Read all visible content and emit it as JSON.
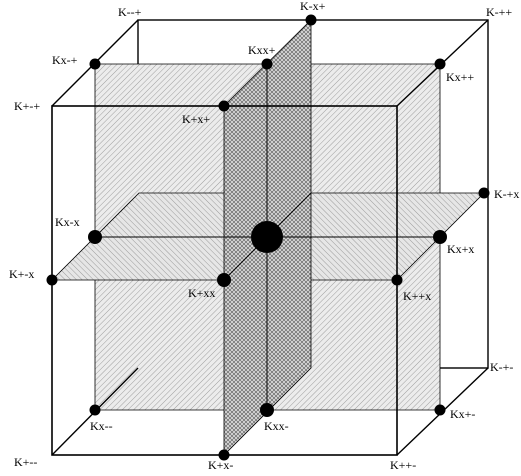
{
  "diagram": {
    "labels": {
      "k_minus_minus_plus": "K--+",
      "k_minus_x_plus": "K-x+",
      "k_minus_plus_plus": "K-++",
      "k_x_minus_plus": "Kx-+",
      "k_xx_plus": "Kxx+",
      "k_x_plus_plus": "Kx++",
      "k_plus_minus_plus": "K+-+",
      "k_plus_x_plus": "K+x+",
      "k_x_minus_x": "Kx-x",
      "k_minus_plus_x": "K-+x",
      "k_x_plus_x": "Kx+x",
      "k_plus_minus_x": "K+-x",
      "k_plus_x_x": "K+xx",
      "k_plus_plus_x": "K++x",
      "k_minus_plus_minus": "K-+-",
      "k_x_minus_minus": "Kx--",
      "k_xx_minus": "Kxx-",
      "k_x_plus_minus": "Kx+-",
      "k_plus_minus_minus": "K+--",
      "k_plus_x_minus": "K+x-",
      "k_plus_plus_minus": "K++-"
    },
    "colors": {
      "line": "#000000",
      "plane_fill": "#e6e6e6",
      "hatch": "#8a8a8a",
      "crosshatch": "#555555",
      "node": "#000000"
    }
  }
}
